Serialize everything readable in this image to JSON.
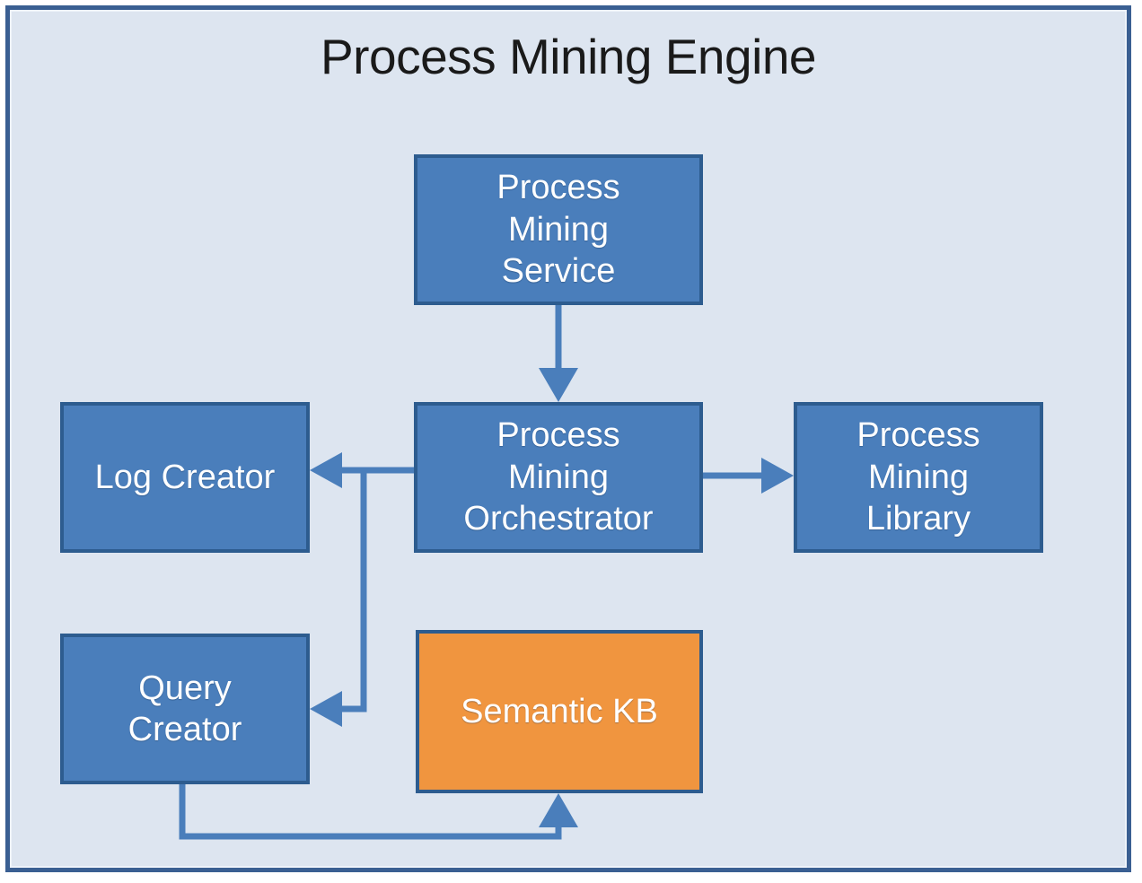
{
  "diagram": {
    "title": "Process Mining Engine",
    "colors": {
      "frame_border": "#3a5f92",
      "canvas_background": "#dde5f0",
      "node_fill": "#4a7ebb",
      "node_border": "#2d5c8f",
      "accent_node_fill": "#f0953f",
      "node_text": "#ffffff",
      "title_text": "#1a1a1a",
      "connector": "#4a7ebb"
    },
    "nodes": [
      {
        "id": "process-mining-service",
        "label": "Process\nMining\nService",
        "type": "component"
      },
      {
        "id": "process-mining-orchestrator",
        "label": "Process\nMining\nOrchestrator",
        "type": "component"
      },
      {
        "id": "log-creator",
        "label": "Log Creator",
        "type": "component"
      },
      {
        "id": "process-mining-library",
        "label": "Process\nMining\nLibrary",
        "type": "component"
      },
      {
        "id": "query-creator",
        "label": "Query\nCreator",
        "type": "component"
      },
      {
        "id": "semantic-kb",
        "label": "Semantic KB",
        "type": "knowledge-base"
      }
    ],
    "edges": [
      {
        "id": "service-to-orchestrator",
        "from": "process-mining-service",
        "to": "process-mining-orchestrator",
        "direction": "down",
        "label": ""
      },
      {
        "id": "orchestrator-to-log-creator",
        "from": "process-mining-orchestrator",
        "to": "log-creator",
        "direction": "left",
        "label": ""
      },
      {
        "id": "orchestrator-to-library",
        "from": "process-mining-orchestrator",
        "to": "process-mining-library",
        "direction": "right",
        "label": ""
      },
      {
        "id": "orchestrator-to-query-creator",
        "from": "process-mining-orchestrator",
        "to": "query-creator",
        "direction": "left",
        "label": ""
      },
      {
        "id": "query-creator-to-semantic-kb",
        "from": "query-creator",
        "to": "semantic-kb",
        "direction": "up",
        "label": ""
      }
    ]
  }
}
